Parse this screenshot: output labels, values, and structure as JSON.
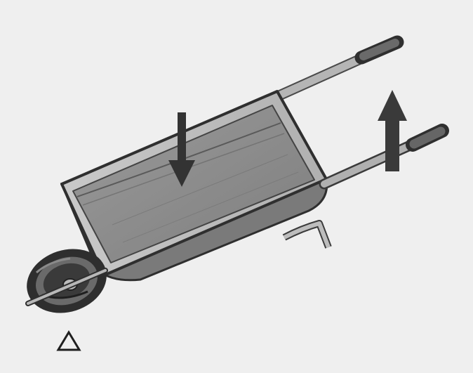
{
  "illustration": {
    "subject": "wheelbarrow-lever",
    "arrows": [
      {
        "name": "load-down-arrow",
        "direction": "down",
        "meaning": "load"
      },
      {
        "name": "effort-up-arrow",
        "direction": "up",
        "meaning": "effort"
      }
    ],
    "fulcrum_marker": {
      "name": "fulcrum-triangle",
      "shape": "triangle"
    }
  },
  "colors": {
    "background": "#efefef",
    "tray_fill": "#8f8f8f",
    "tray_rim": "#bdbdbd",
    "handle": "#a9a9a9",
    "grip": "#5a5a5a",
    "tire": "#2f2f2f",
    "arrow_fill": "#3a3a3a"
  }
}
